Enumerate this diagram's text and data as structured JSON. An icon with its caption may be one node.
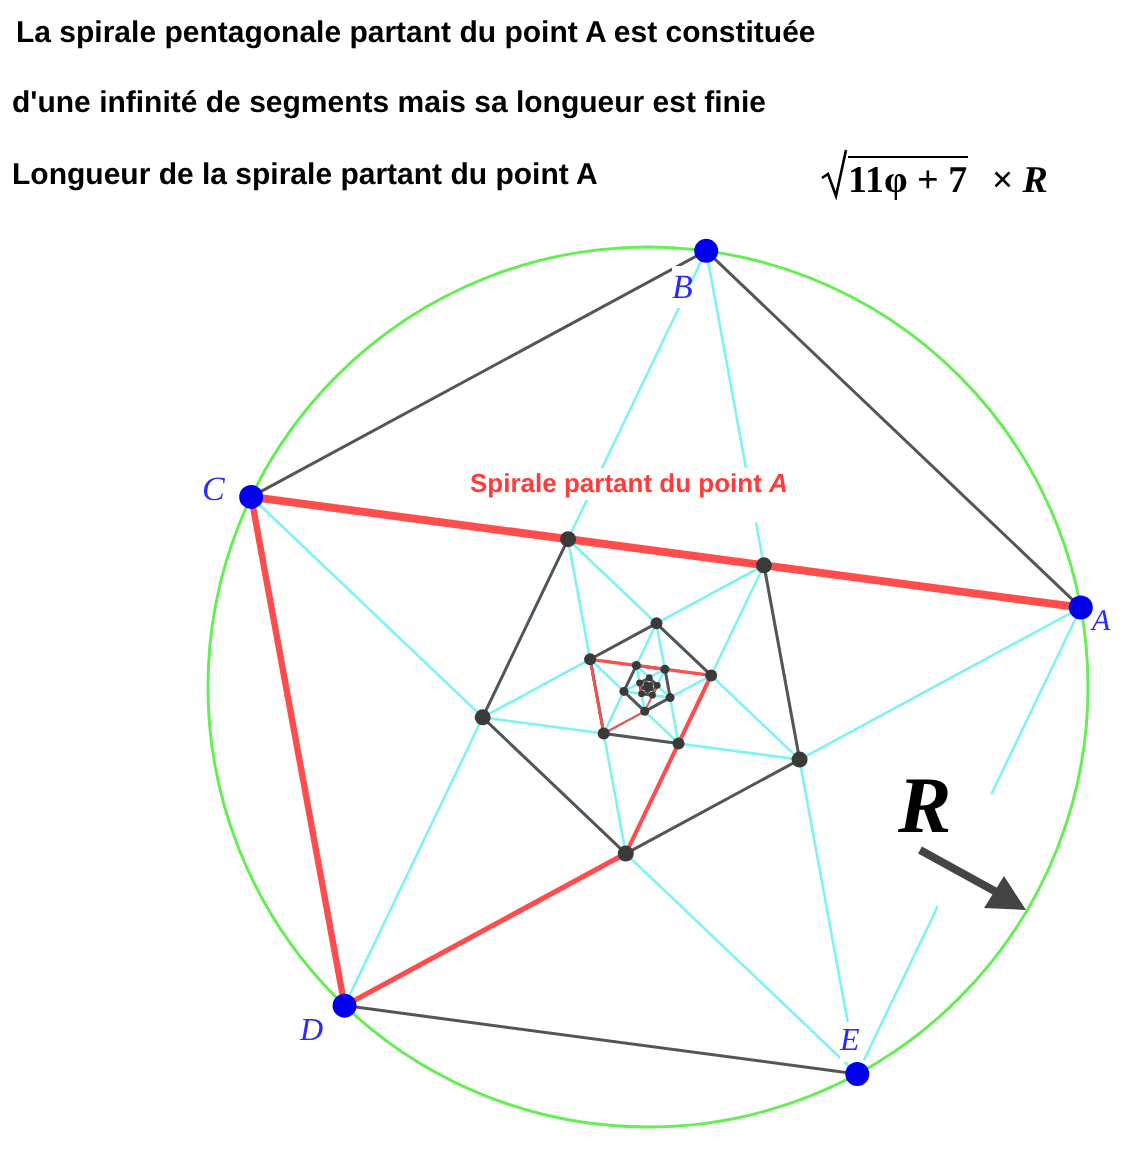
{
  "diagram": {
    "labels": [
      "La spirale pentagonale partant du point A est constituée",
      "d'une infinité de segments mais sa longueur est finie",
      "Longueur de la spirale partant du point A",
      "11φ + 7",
      "× R",
      "B",
      "C",
      "Spirale partant du point *A*",
      "A",
      "R",
      "D",
      "E"
    ]
  }
}
